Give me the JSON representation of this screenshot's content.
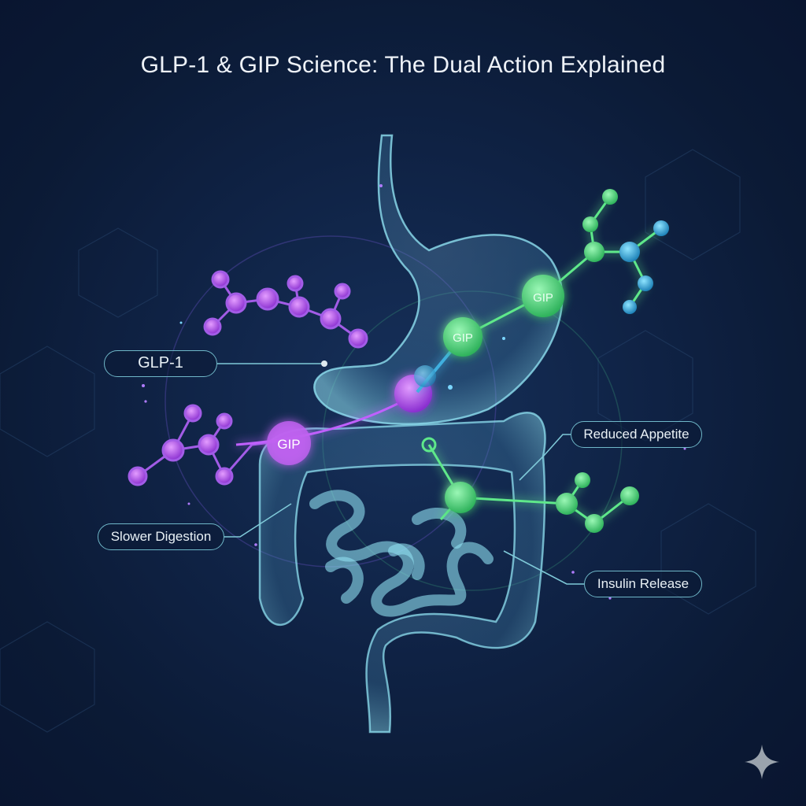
{
  "title": "GLP-1 & GIP Science: The Dual Action Explained",
  "labels": {
    "glp1": "GLP-1",
    "slower_digestion": "Slower Digestion",
    "reduced_appetite": "Reduced Appetite",
    "insulin_release": "Insulin Release"
  },
  "nodes": {
    "gip_purple": "GIP",
    "gip_green_1": "GIP",
    "gip_green_2": "GIP"
  },
  "icons": {
    "corner": "sparkle-icon"
  },
  "colors": {
    "background": "#0f2244",
    "organ_outline": "#7fd0e6",
    "glp1_purple": "#b44ff0",
    "gip_green": "#5ee88a",
    "blue_molecule": "#3fb0e0",
    "label_border": "#6fb7c8"
  }
}
